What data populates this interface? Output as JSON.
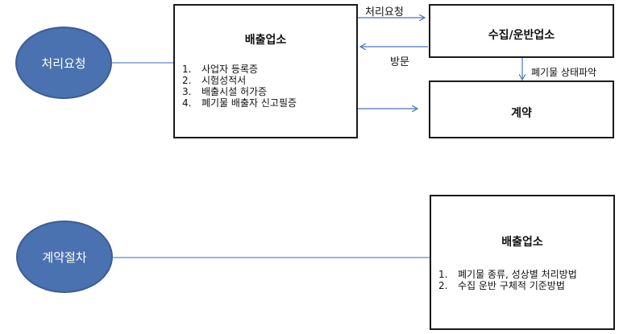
{
  "process": {
    "circle_label": "처리요청",
    "emitter": {
      "title": "배출업소",
      "items": [
        {
          "num": "1.",
          "text": "사업자 등록증"
        },
        {
          "num": "2.",
          "text": "시험성적서"
        },
        {
          "num": "3.",
          "text": "배출시설 허가증"
        },
        {
          "num": "4.",
          "text": "폐기물 배출자 신고필증"
        }
      ]
    },
    "collector": {
      "title": "수집/운반업소"
    },
    "contract": {
      "title": "계약"
    },
    "edge_labels": {
      "request": "처리요청",
      "visit": "방문",
      "inspection": "폐기물 상태파악"
    }
  },
  "contract_procedure": {
    "circle_label": "계약절차",
    "emitter": {
      "title": "배출업소",
      "items": [
        {
          "num": "1.",
          "text": "폐기물 종류, 성상별 처리방법"
        },
        {
          "num": "2.",
          "text": "수집 운반 구체적 기준방법"
        }
      ]
    }
  },
  "colors": {
    "circle": "#4a72b0",
    "connector": "#5b8ac7",
    "arrow": "#4a76b8"
  }
}
